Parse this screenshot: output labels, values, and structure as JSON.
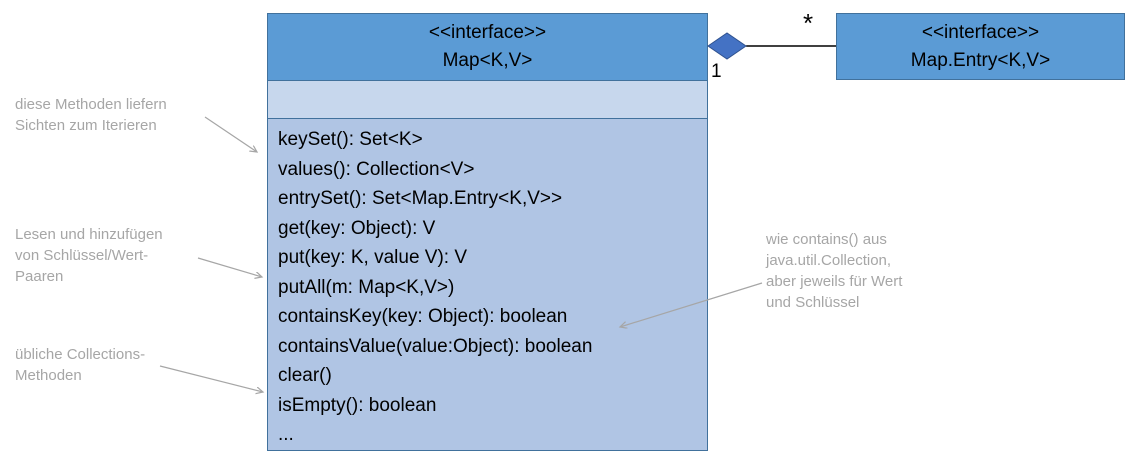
{
  "map_box": {
    "stereotype": "<<interface>>",
    "name": "Map<K,V>",
    "methods": [
      "keySet(): Set<K>",
      "values(): Collection<V>",
      "entrySet(): Set<Map.Entry<K,V>>",
      "get(key: Object): V",
      "put(key: K, value V): V",
      "putAll(m: Map<K,V>)",
      "containsKey(key: Object): boolean",
      "containsValue(value:Object): boolean",
      "clear()",
      "isEmpty(): boolean",
      "..."
    ]
  },
  "entry_box": {
    "stereotype": "<<interface>>",
    "name": "Map.Entry<K,V>"
  },
  "relation": {
    "type": "aggregation",
    "multiplicity_star": "*",
    "multiplicity_one": "1"
  },
  "annotations": [
    {
      "id": "views",
      "text": "diese Methoden liefern\nSichten zum Iterieren"
    },
    {
      "id": "readwrite",
      "text": "Lesen und hinzufügen\nvon Schlüssel/Wert-\nPaaren"
    },
    {
      "id": "common",
      "text": "übliche Collections-\nMethoden"
    },
    {
      "id": "contains",
      "text": "wie contains() aus\njava.util.Collection,\naber jeweils für Wert\nund Schlüssel"
    }
  ],
  "colors": {
    "header_blue": "#5B9BD5",
    "empty_compartment": "#C7D7ED",
    "methods_compartment": "#B0C5E4",
    "border_blue": "#41719C",
    "diamond_fill": "#4472C4",
    "annotation_gray": "#A6A6A6",
    "line_black": "#000000"
  }
}
